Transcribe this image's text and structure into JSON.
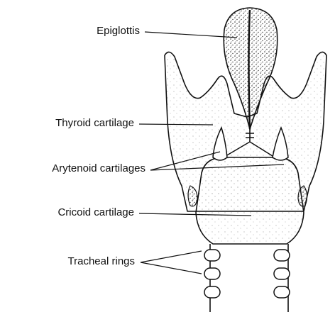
{
  "labels": {
    "epiglottis": "Epiglottis",
    "thyroid": "Thyroid cartilage",
    "arytenoid": "Arytenoid cartilages",
    "cricoid": "Cricoid cartilage",
    "tracheal": "Tracheal rings"
  },
  "colors": {
    "ink": "#111111",
    "stipple": "#333333",
    "background": "#ffffff"
  }
}
